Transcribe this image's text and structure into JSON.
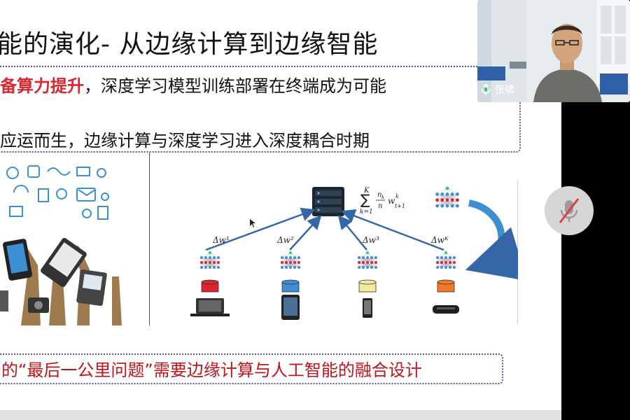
{
  "slide": {
    "title": "能的演化- 从边缘计算到边缘智能",
    "bullet1_highlight": "备算力提升",
    "bullet1_rest": "，深度学习模型训练部署在终端成为可能",
    "bullet2": "应运而生，边缘计算与深度学习进入深度耦合时期",
    "bottom_text": "的“最后一公里问题”需要边缘计算与人工智能的融合设计"
  },
  "diagram": {
    "delta_labels": [
      "Δw¹",
      "Δw²",
      "Δw³",
      "Δwᴷ"
    ],
    "sum_upper": "K",
    "sum_lower": "k=1",
    "sum_frac_num": "n",
    "sum_frac_num_sub": "k",
    "sum_frac_den": "n",
    "sum_term": "w",
    "sum_term_sup": "k",
    "sum_term_sub": "t+1",
    "device_colors": [
      "#d9262c",
      "#3d8fd4",
      "#f1eb9b",
      "#f07a2a"
    ]
  },
  "participant": {
    "name": "张啸"
  },
  "colors": {
    "accent_red": "#d9262c",
    "dotted_border": "#4a5f9a",
    "arrow_blue": "#3567a8"
  }
}
